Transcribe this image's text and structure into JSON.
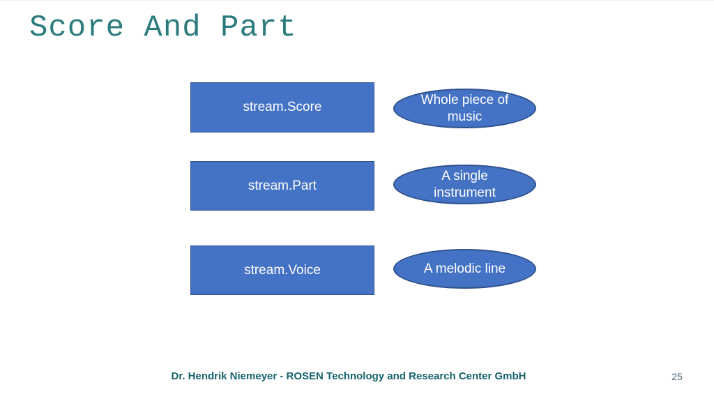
{
  "slide": {
    "title": "Score And Part",
    "footer": "Dr. Hendrik Niemeyer - ROSEN Technology and Research Center GmbH",
    "page_number": "25"
  },
  "diagram": {
    "rows": [
      {
        "box_label": "stream.Score",
        "ellipse_label": "Whole piece of\nmusic"
      },
      {
        "box_label": "stream.Part",
        "ellipse_label": "A single\ninstrument"
      },
      {
        "box_label": "stream.Voice",
        "ellipse_label": "A melodic line"
      }
    ]
  },
  "colors": {
    "title_teal": "#2b7b7d",
    "footer_teal": "#17636b",
    "shape_fill": "#4472c4",
    "shape_border": "#2f528f",
    "shape_text": "#ffffff",
    "page_number_color": "#4c6a72"
  }
}
